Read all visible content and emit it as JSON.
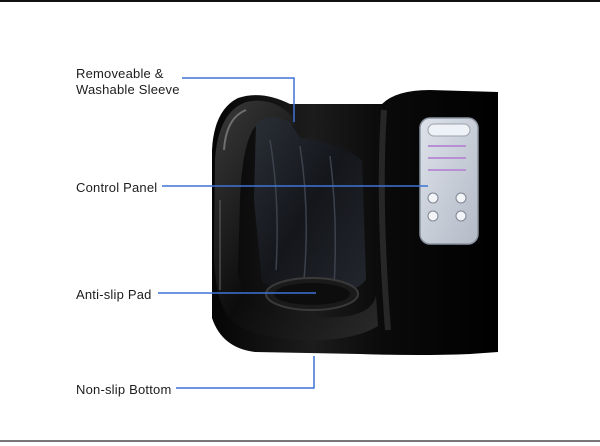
{
  "callouts": {
    "sleeve_line1": "Removeable &",
    "sleeve_line2": "Washable Sleeve",
    "control_panel": "Control Panel",
    "anti_slip_pad": "Anti-slip Pad",
    "non_slip_bottom": "Non-slip Bottom"
  },
  "colors": {
    "callout_line": "#3f74d6",
    "body": "#0b0b0b",
    "panel": "#c9cfd8"
  }
}
